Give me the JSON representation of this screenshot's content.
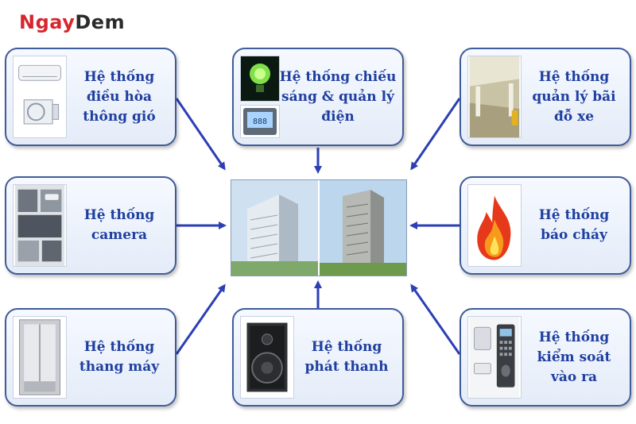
{
  "logo": {
    "part1": "Ngay",
    "part2": "Dem"
  },
  "systems": {
    "hvac": {
      "label": "Hệ thống\nđiều hòa\nthông gió",
      "icon": "air-conditioner-icon"
    },
    "lighting": {
      "label": "Hệ thống chiếu\nsáng & quản lý\nđiện",
      "icon": "light-bulb-icon"
    },
    "parking": {
      "label": "Hệ thống\nquản lý bãi\nđỗ xe",
      "icon": "parking-garage-icon"
    },
    "camera": {
      "label": "Hệ thống\ncamera",
      "icon": "cctv-camera-icon"
    },
    "fire": {
      "label": "Hệ thống\nbáo cháy",
      "icon": "fire-icon"
    },
    "elevator": {
      "label": "Hệ thống\nthang máy",
      "icon": "elevator-icon"
    },
    "audio": {
      "label": "Hệ thống\nphát thanh",
      "icon": "speaker-icon"
    },
    "access": {
      "label": "Hệ thống\nkiểm soát\nvào ra",
      "icon": "access-control-icon"
    }
  },
  "center": {
    "icon": "building-icon"
  },
  "colors": {
    "box_border": "#3f5c9a",
    "label_text": "#1f3fa0",
    "arrow": "#2c3fb5",
    "logo_red": "#d7262e"
  }
}
